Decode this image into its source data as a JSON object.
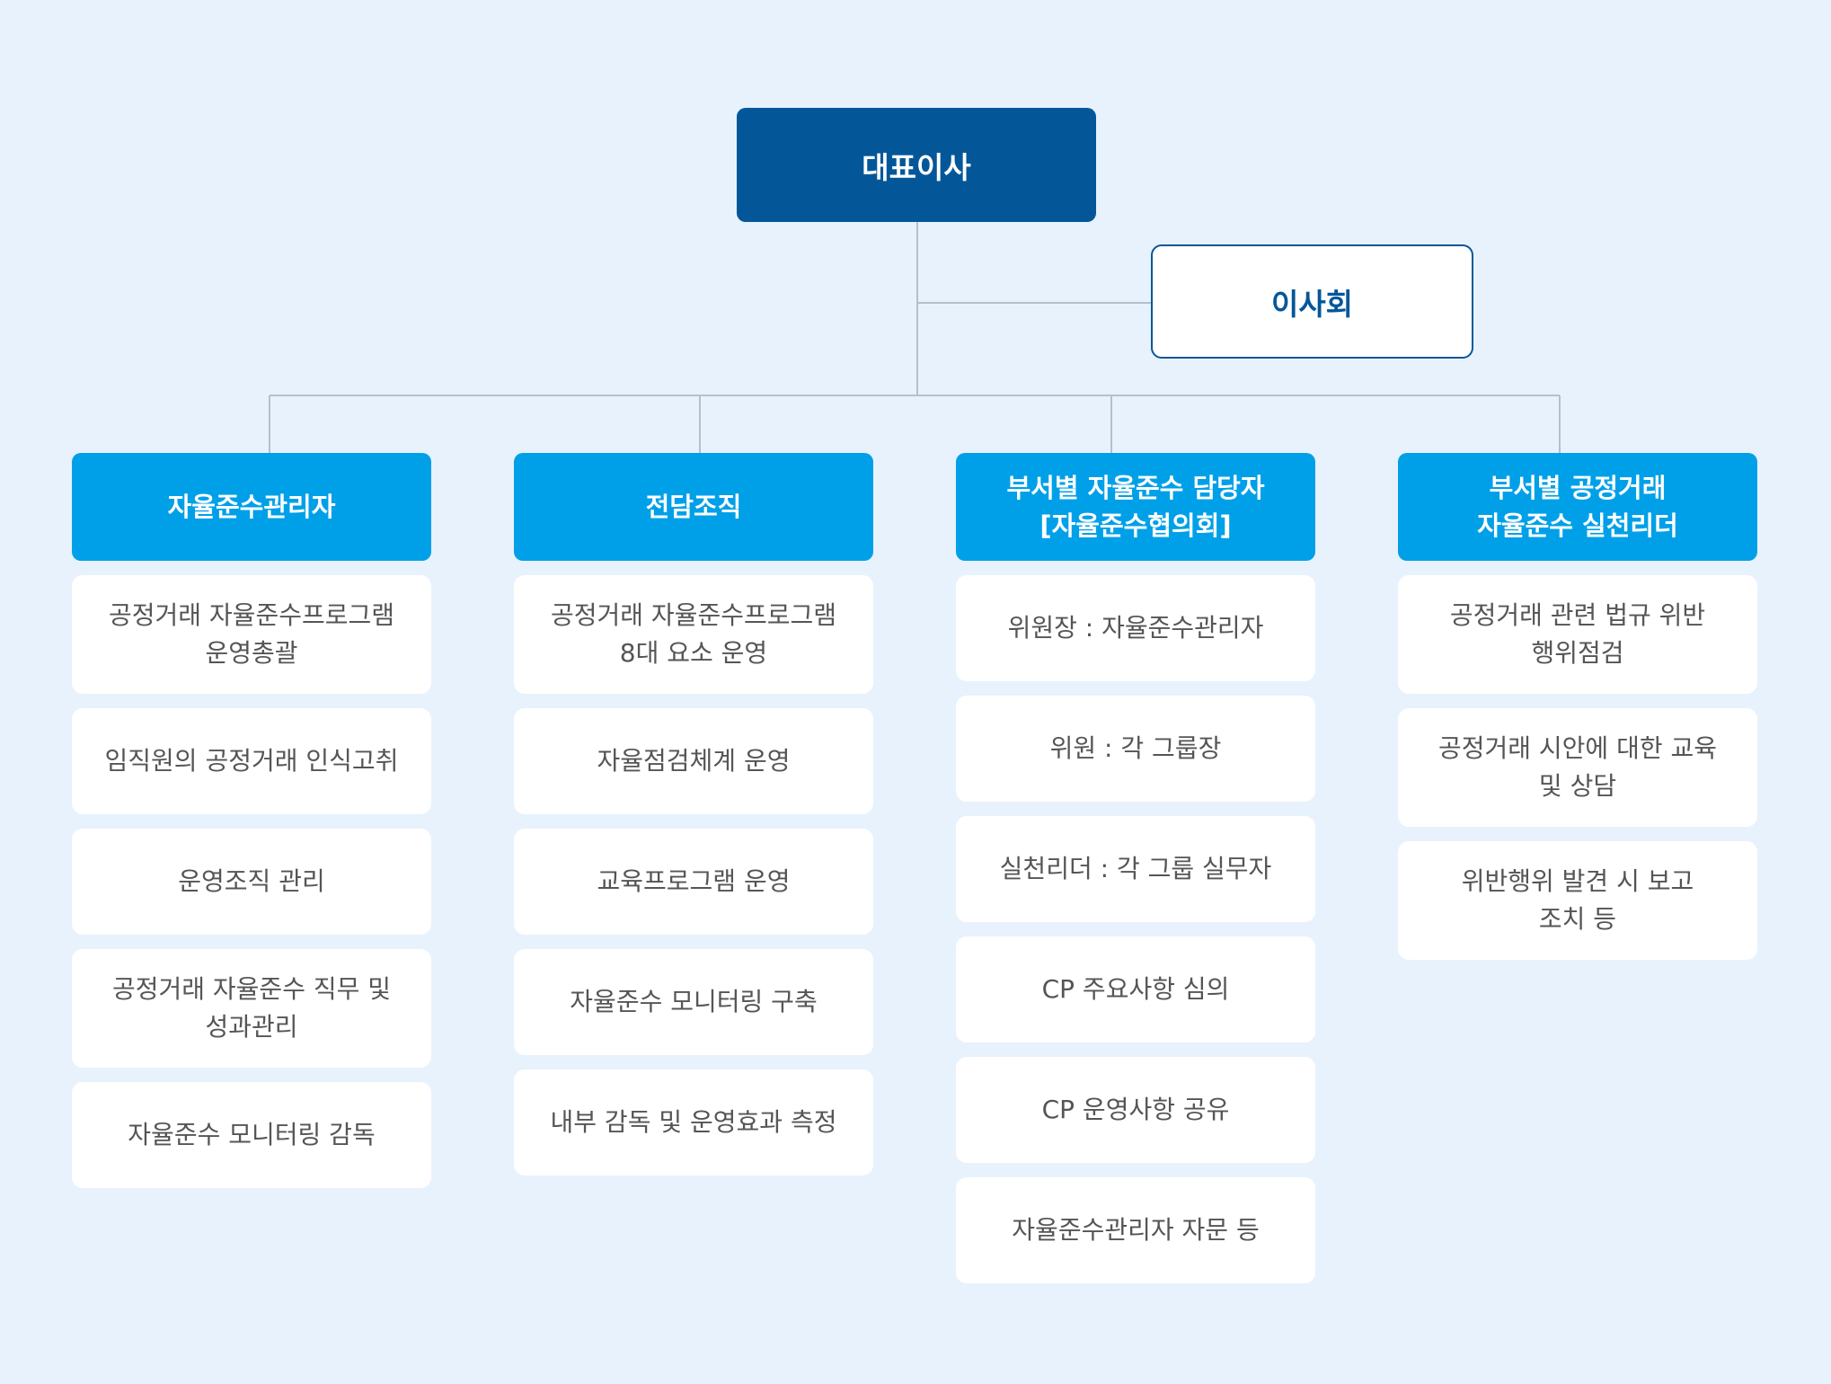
{
  "chart": {
    "ceo": "대표이사",
    "board": "이사회",
    "columns": [
      {
        "title": "자율준수관리자",
        "items": [
          "공정거래 자율준수프로그램\n운영총괄",
          "임직원의 공정거래 인식고취",
          "운영조직 관리",
          "공정거래 자율준수 직무 및\n성과관리",
          "자율준수 모니터링 감독"
        ]
      },
      {
        "title": "전담조직",
        "items": [
          "공정거래 자율준수프로그램\n8대 요소 운영",
          "자율점검체계 운영",
          "교육프로그램 운영",
          "자율준수 모니터링 구축",
          "내부 감독 및 운영효과 측정"
        ]
      },
      {
        "title": "부서별 자율준수 담당자\n[자율준수협의회]",
        "items": [
          "위원장 : 자율준수관리자",
          "위원 : 각 그룹장",
          "실천리더 : 각 그룹 실무자",
          "CP 주요사항 심의",
          "CP 운영사항 공유",
          "자율준수관리자 자문 등"
        ]
      },
      {
        "title": "부서별 공정거래\n자율준수 실천리더",
        "items": [
          "공정거래 관련 법규 위반\n행위점검",
          "공정거래 시안에 대한 교육\n및 상담",
          "위반행위 발견 시 보고\n조치 등"
        ]
      }
    ]
  },
  "colors": {
    "background": "#e8f2fc",
    "ceo_fill": "#035799",
    "head_fill": "#00a0e9",
    "connector": "#b7c0c9"
  }
}
